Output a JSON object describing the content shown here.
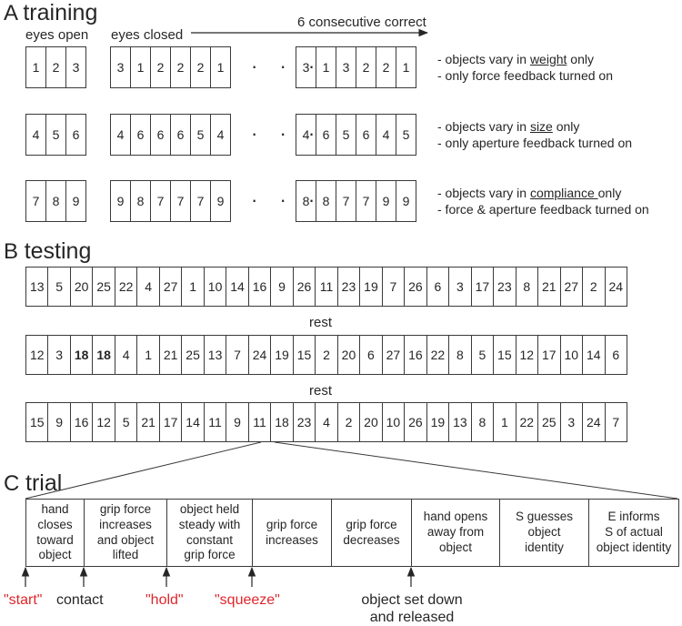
{
  "sections": {
    "a": {
      "letter": "A",
      "title": "training"
    },
    "b": {
      "letter": "B",
      "title": "testing"
    },
    "c": {
      "letter": "C",
      "title": "trial"
    }
  },
  "training": {
    "eyes_open": "eyes open",
    "eyes_closed": "eyes closed",
    "criterion": "6 consecutive correct",
    "dots": "· · ·",
    "rows": [
      {
        "open": [
          "1",
          "2",
          "3"
        ],
        "closed_a": [
          "3",
          "1",
          "2",
          "2",
          "2",
          "1"
        ],
        "closed_b": [
          "3",
          "1",
          "3",
          "2",
          "2",
          "1"
        ],
        "note1_pre": "- objects vary in ",
        "note1_u": "weight",
        "note1_post": " only",
        "note2": "- only force feedback turned on"
      },
      {
        "open": [
          "4",
          "5",
          "6"
        ],
        "closed_a": [
          "4",
          "6",
          "6",
          "6",
          "5",
          "4"
        ],
        "closed_b": [
          "4",
          "6",
          "5",
          "6",
          "4",
          "5"
        ],
        "note1_pre": "- objects vary in ",
        "note1_u": "size",
        "note1_post": " only",
        "note2": "- only aperture feedback turned on"
      },
      {
        "open": [
          "7",
          "8",
          "9"
        ],
        "closed_a": [
          "9",
          "8",
          "7",
          "7",
          "7",
          "9"
        ],
        "closed_b": [
          "8",
          "8",
          "7",
          "7",
          "9",
          "9"
        ],
        "note1_pre": "- objects vary in ",
        "note1_u": "compliance ",
        "note1_post": "only",
        "note2": "- force & aperture feedback turned on"
      }
    ]
  },
  "testing": {
    "rest_label": "rest",
    "rows": [
      [
        "13",
        "5",
        "20",
        "25",
        "22",
        "4",
        "27",
        "1",
        "10",
        "14",
        "16",
        "9",
        "26",
        "11",
        "23",
        "19",
        "7",
        "26",
        "6",
        "3",
        "17",
        "23",
        "8",
        "21",
        "27",
        "2",
        "24"
      ],
      [
        "12",
        "3",
        "18",
        "18",
        "4",
        "1",
        "21",
        "25",
        "13",
        "7",
        "24",
        "19",
        "15",
        "2",
        "20",
        "6",
        "27",
        "16",
        "22",
        "8",
        "5",
        "15",
        "12",
        "17",
        "10",
        "14",
        "6"
      ],
      [
        "15",
        "9",
        "16",
        "12",
        "5",
        "21",
        "17",
        "14",
        "11",
        "9",
        "11",
        "18",
        "23",
        "4",
        "2",
        "20",
        "10",
        "26",
        "19",
        "13",
        "8",
        "1",
        "22",
        "25",
        "3",
        "24",
        "7"
      ]
    ],
    "bold_cells": [
      "1-2",
      "1-3"
    ]
  },
  "trial": {
    "steps": [
      "hand\ncloses\ntoward\nobject",
      "grip force\nincreases\nand object\nlifted",
      "object held\nsteady with\nconstant\ngrip force",
      "grip force\nincreases",
      "grip force\ndecreases",
      "hand opens\naway from\nobject",
      "S guesses\nobject\nidentity",
      "E informs\nS of actual\nobject identity"
    ],
    "events": {
      "start": "\"start\"",
      "contact": "contact",
      "hold": "\"hold\"",
      "squeeze": "\"squeeze\"",
      "release": "object set down\nand released"
    }
  },
  "colors": {
    "instruction_red": "#e0262b",
    "ink": "#262626"
  }
}
